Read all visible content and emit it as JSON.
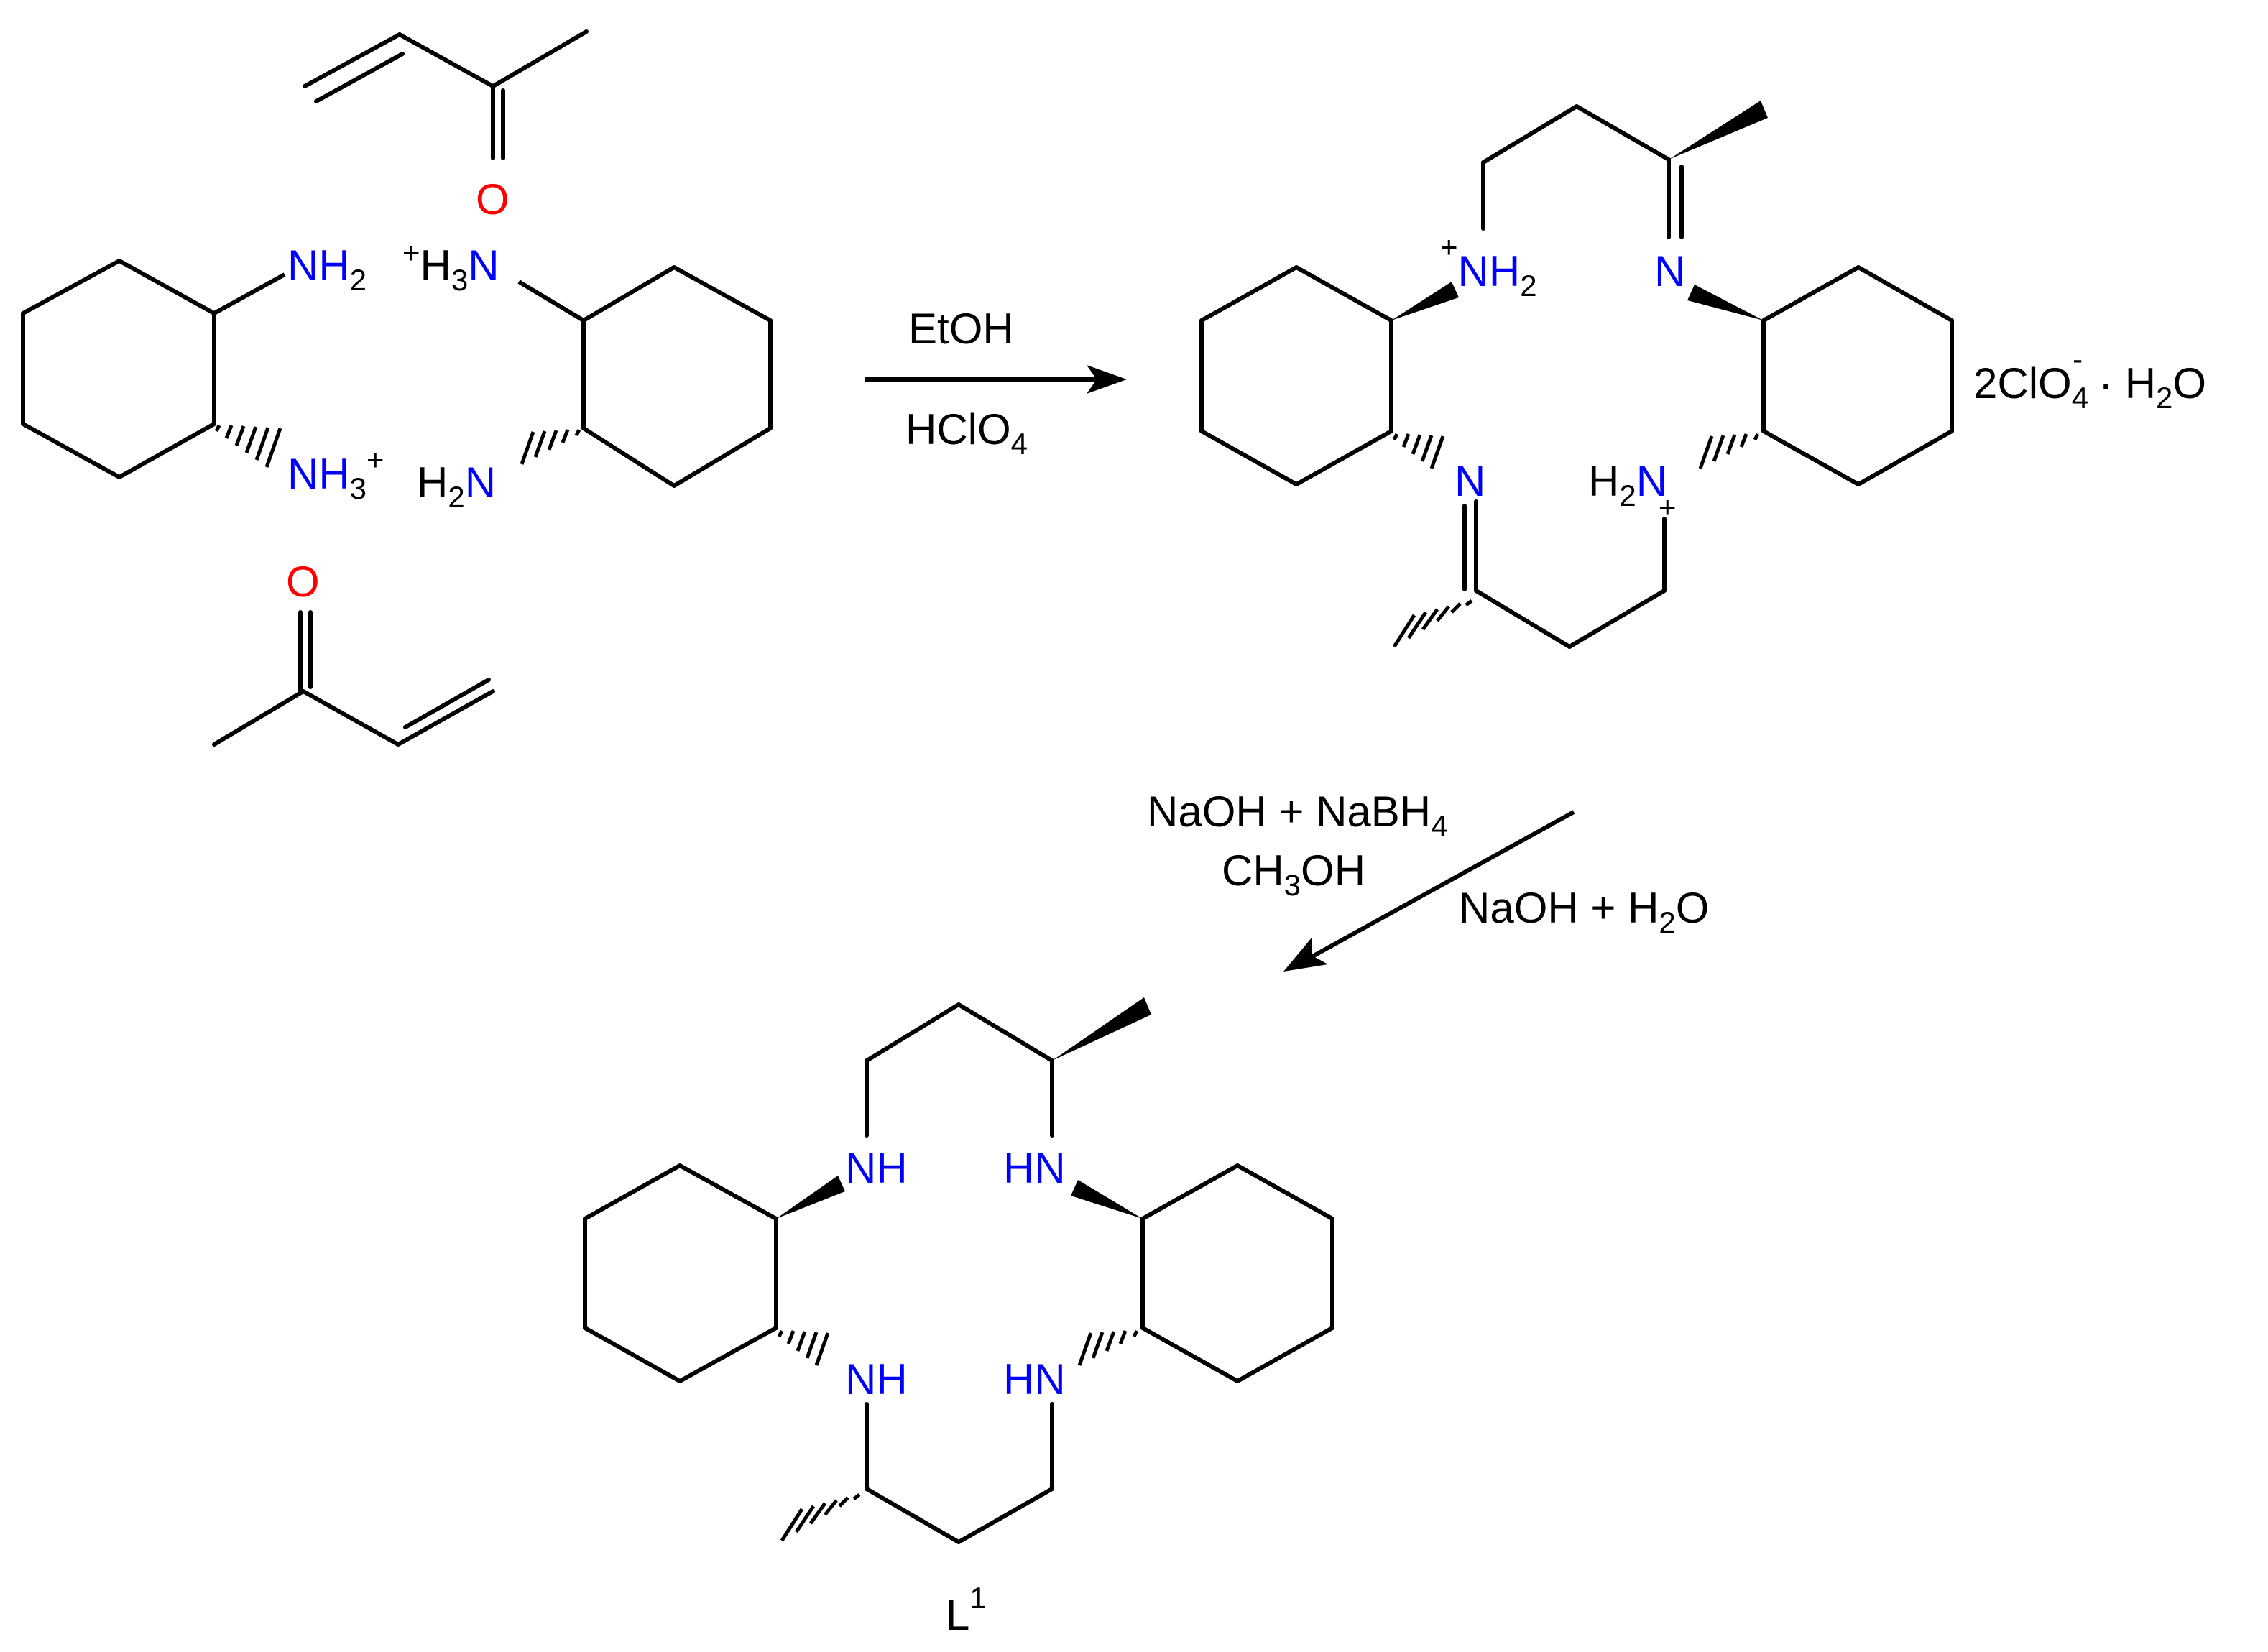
{
  "colors": {
    "bond": "#000000",
    "nitrogen": "#0000ff",
    "oxygen": "#ff0000",
    "text": "#000000"
  },
  "reactants": {
    "ketone_top": {
      "oxygen": "O"
    },
    "ketone_bottom": {
      "oxygen": "O"
    },
    "diamine_left": {
      "amine_top": "NH",
      "amine_top_sub": "2",
      "amine_bottom": "NH",
      "amine_bottom_sub": "3",
      "amine_bottom_charge": "+"
    },
    "diamine_right": {
      "amine_top_charge": "+",
      "amine_top_h": "H",
      "amine_top_sub": "3",
      "amine_top_n": "N",
      "amine_bottom_h": "H",
      "amine_bottom_sub": "2",
      "amine_bottom_n": "N"
    }
  },
  "step1": {
    "reagent_above": "EtOH",
    "reagent_below": "HClO",
    "reagent_below_sub": "4"
  },
  "intermediate": {
    "nh2_top": "NH",
    "nh2_top_sub": "2",
    "nh2_top_charge": "+",
    "imine_top": "N",
    "imine_bottom": "N",
    "nh2_bottom_h": "H",
    "nh2_bottom_sub": "2",
    "nh2_bottom_n": "N",
    "nh2_bottom_charge": "+",
    "counterion": "2ClO",
    "counterion_sub": "4",
    "counterion_charge": "-",
    "hydrate": "· H",
    "hydrate_sub": "2",
    "hydrate_tail": "O"
  },
  "step2": {
    "reagent_line1": "NaOH  + NaBH",
    "reagent_line1_sub": "4",
    "reagent_line2": "CH",
    "reagent_line2_sub": "3",
    "reagent_line2_tail": "OH",
    "reagent_line3": "NaOH  + H",
    "reagent_line3_sub": "2",
    "reagent_line3_tail": "O"
  },
  "product": {
    "nh_top_left": "NH",
    "nh_top_right": "HN",
    "nh_bottom_left": "NH",
    "nh_bottom_right": "HN",
    "label": "L",
    "label_sup": "1"
  }
}
